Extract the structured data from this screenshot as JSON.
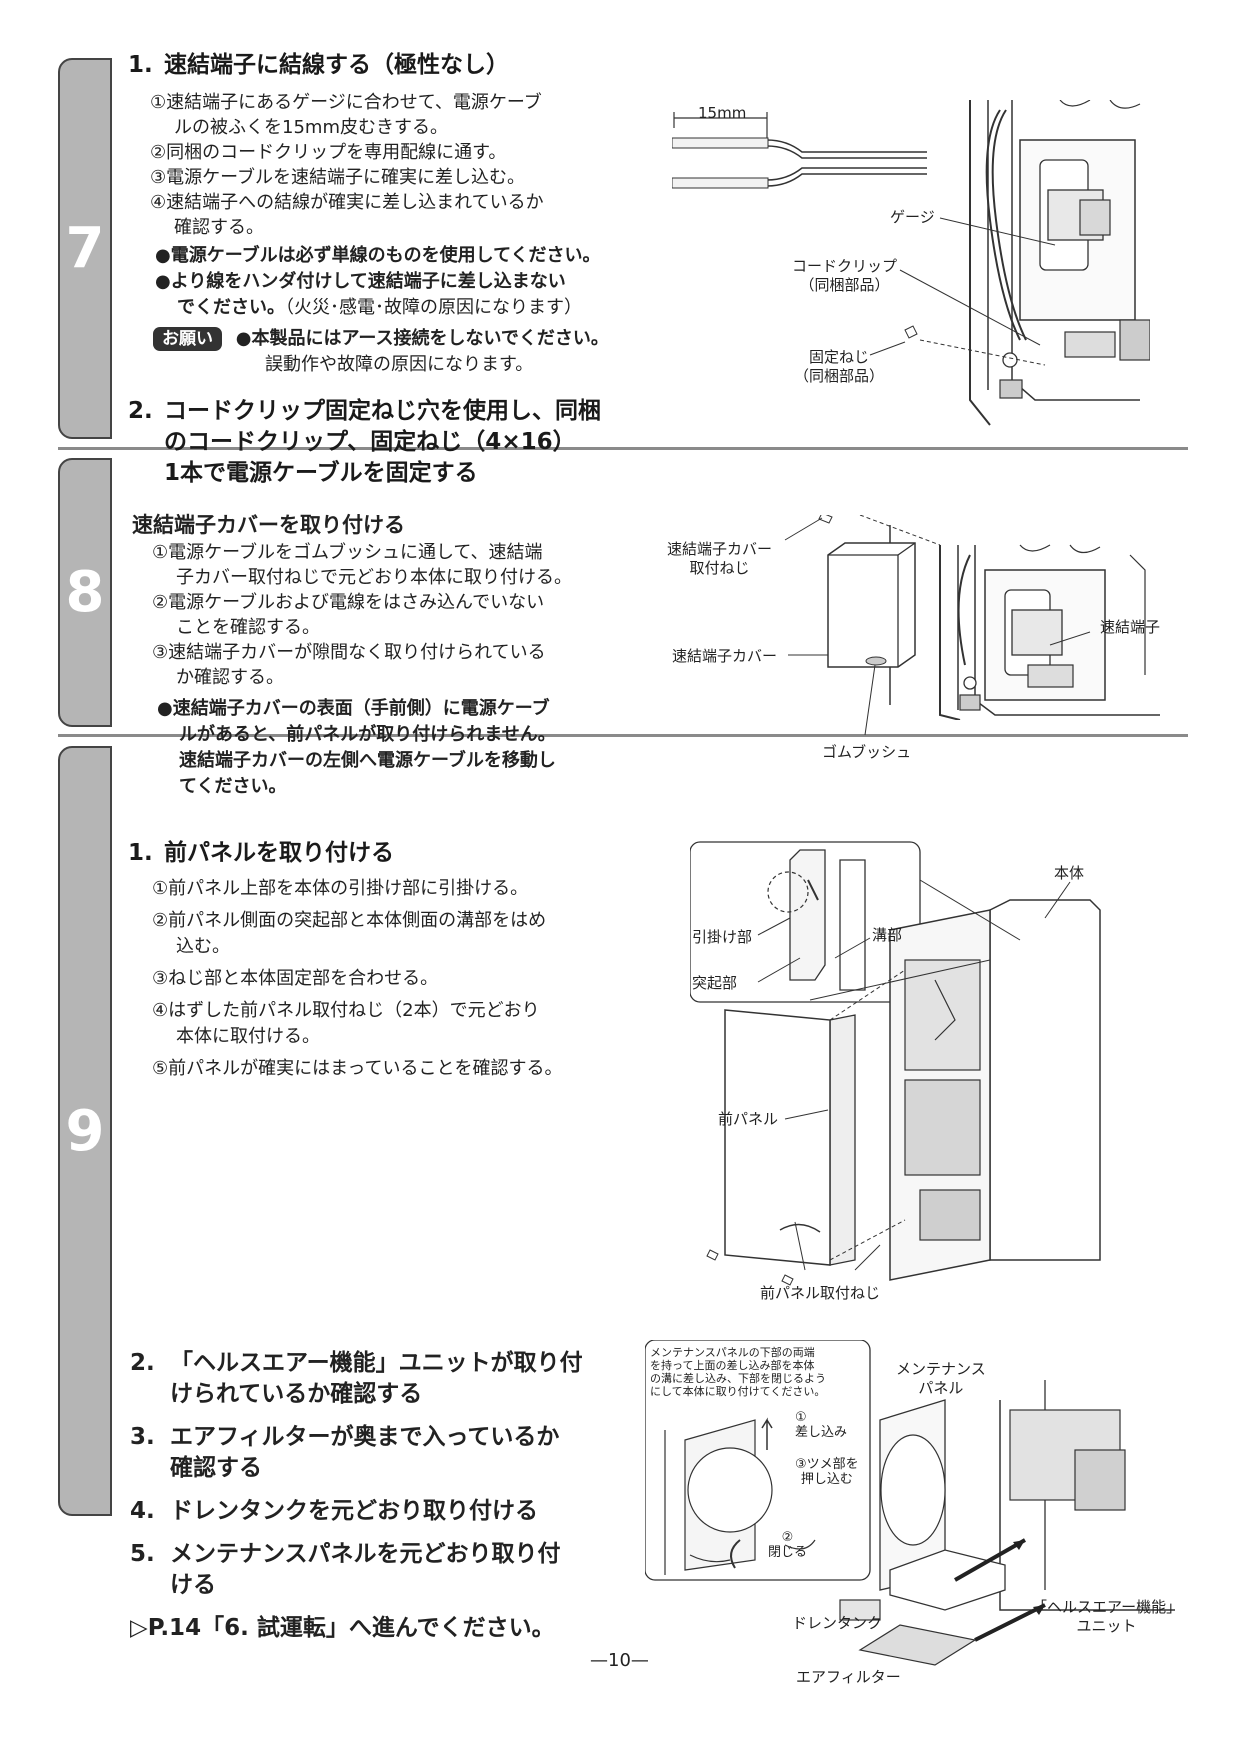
{
  "tabs": [
    {
      "number": "7"
    },
    {
      "number": "8"
    },
    {
      "number": "9"
    }
  ],
  "section7": {
    "step1_num": "1.",
    "step1_title": "速結端子に結線する（極性なし）",
    "items": [
      {
        "line1": "①速結端子にあるゲージに合わせて、電源ケーブ",
        "line2": "ルの被ふくを15mm皮むきする。"
      },
      {
        "line1": "②同梱のコードクリップを専用配線に通す。",
        "line2": ""
      },
      {
        "line1": "③電源ケーブルを速結端子に確実に差し込む。",
        "line2": ""
      },
      {
        "line1": "④速結端子への結線が確実に差し込まれているか",
        "line2": "確認する。"
      }
    ],
    "bullet1": "●電源ケーブルは必ず単線のものを使用してください。",
    "bullet2_line1": "●より線をハンダ付けして速結端子に差し込まない",
    "bullet2_line2_bold": "でください。",
    "bullet2_line2_normal": "（火災･感電･故障の原因になります）",
    "request_badge": "お願い",
    "request_line1": "●本製品にはアース接続をしないでください。",
    "request_line2": "誤動作や故障の原因になります。",
    "step2_num": "2.",
    "step2_lines": [
      "コードクリップ固定ねじ穴を使用し、同梱",
      "のコードクリップ、固定ねじ（4×16）",
      "1本で電源ケーブルを固定する"
    ],
    "labels": {
      "dim": "15mm",
      "gauge": "ゲージ",
      "cord_clip_1": "コードクリップ",
      "cord_clip_2": "（同梱部品）",
      "screw_1": "固定ねじ",
      "screw_2": "（同梱部品）"
    }
  },
  "section8": {
    "title": "速結端子カバーを取り付ける",
    "items": [
      {
        "line1": "①電源ケーブルをゴムブッシュに通して、速結端",
        "line2": "子カバー取付ねじで元どおり本体に取り付ける。"
      },
      {
        "line1": "②電源ケーブルおよび電線をはさみ込んでいない",
        "line2": "ことを確認する。"
      },
      {
        "line1": "③速結端子カバーが隙間なく取り付けられている",
        "line2": "か確認する。"
      }
    ],
    "note_lines": [
      "●速結端子カバーの表面（手前側）に電源ケーブ",
      "ルがあると、前パネルが取り付けられません。",
      "速結端子カバーの左側へ電源ケーブルを移動し",
      "てください。"
    ],
    "labels": {
      "cover_screw_1": "速結端子カバー",
      "cover_screw_2": "取付ねじ",
      "cover": "速結端子カバー",
      "terminal": "速結端子",
      "bush": "ゴムブッシュ"
    }
  },
  "section9": {
    "step1_num": "1.",
    "step1_title": "前パネルを取り付ける",
    "items": [
      {
        "line1": "①前パネル上部を本体の引掛け部に引掛ける。",
        "line2": ""
      },
      {
        "line1": "②前パネル側面の突起部と本体側面の溝部をはめ",
        "line2": "込む。"
      },
      {
        "line1": "③ねじ部と本体固定部を合わせる。",
        "line2": ""
      },
      {
        "line1": "④はずした前パネル取付ねじ（2本）で元どおり",
        "line2": "本体に取付ける。"
      },
      {
        "line1": "⑤前パネルが確実にはまっていることを確認する。",
        "line2": ""
      }
    ],
    "steps": [
      {
        "num": "2.",
        "line1": "「ヘルスエアー機能」ユニットが取り付",
        "line2": "けられているか確認する"
      },
      {
        "num": "3.",
        "line1": "エアフィルターが奥まで入っているか",
        "line2": "確認する"
      },
      {
        "num": "4.",
        "line1": "ドレンタンクを元どおり取り付ける",
        "line2": ""
      },
      {
        "num": "5.",
        "line1": "メンテナンスパネルを元どおり取り付",
        "line2": "ける"
      }
    ],
    "goto": "▷P.14「6. 試運転」へ進んでください。",
    "labels": {
      "hook": "引掛け部",
      "protrusion": "突起部",
      "groove": "溝部",
      "body": "本体",
      "front_panel": "前パネル",
      "front_panel_screw": "前パネル取付ねじ",
      "maint_panel_1": "メンテナンス",
      "maint_panel_2": "パネル",
      "box_note": [
        "メンテナンスパネルの下部の両端",
        "を持って上面の差し込み部を本体",
        "の溝に差し込み、下部を閉じるよう",
        "にして本体に取り付けてください。"
      ],
      "insert_1": "①",
      "insert_2": "差し込み",
      "claw_1": "③ツメ部を",
      "claw_2": "押し込む",
      "close_1": "②",
      "close_2": "閉じる",
      "drain": "ドレンタンク",
      "health_1": "「ヘルスエアー機能」",
      "health_2": "ユニット",
      "filter": "エアフィルター"
    }
  },
  "page_number": "—10—"
}
